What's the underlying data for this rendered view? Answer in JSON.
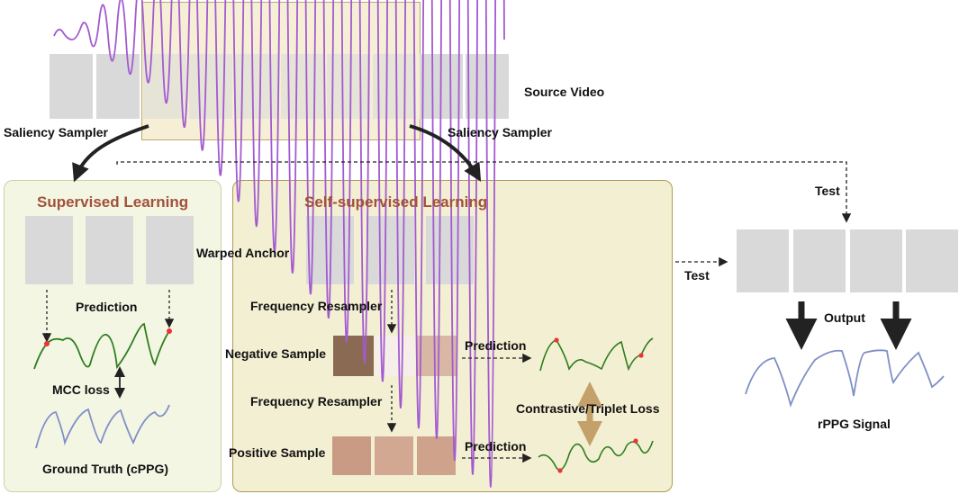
{
  "labels": {
    "source_video": "Source Video",
    "saliency_left": "Saliency Sampler",
    "saliency_right": "Saliency Sampler",
    "supervised_title": "Supervised Learning",
    "selfsup_title": "Self-supervised Learning",
    "warped_anchor": "Warped Anchor",
    "prediction_sup": "Prediction",
    "mcc_loss": "MCC loss",
    "ground_truth": "Ground Truth (cPPG)",
    "freq_resampler_1": "Frequency Resampler",
    "freq_resampler_2": "Frequency Resampler",
    "negative_sample": "Negative Sample",
    "positive_sample": "Positive Sample",
    "prediction_neg": "Prediction",
    "prediction_pos": "Prediction",
    "contrastive_loss": "Contrastive/Triplet Loss",
    "test_top": "Test",
    "test_mid": "Test",
    "output": "Output",
    "rppg_signal": "rPPG Signal"
  },
  "colors": {
    "supervised_bg": "#f4f6e4",
    "supervised_border": "#c9d3a5",
    "selfsup_bg": "#f3efd2",
    "selfsup_border": "#b39a55",
    "highlight_bg": "#f3ecd0",
    "title_color": "#a0523a",
    "prediction_wave": "#2e7d1e",
    "truth_wave": "#7f8fc6",
    "source_wave": "#a35ad1",
    "loss_arrow": "#c4a06a"
  }
}
